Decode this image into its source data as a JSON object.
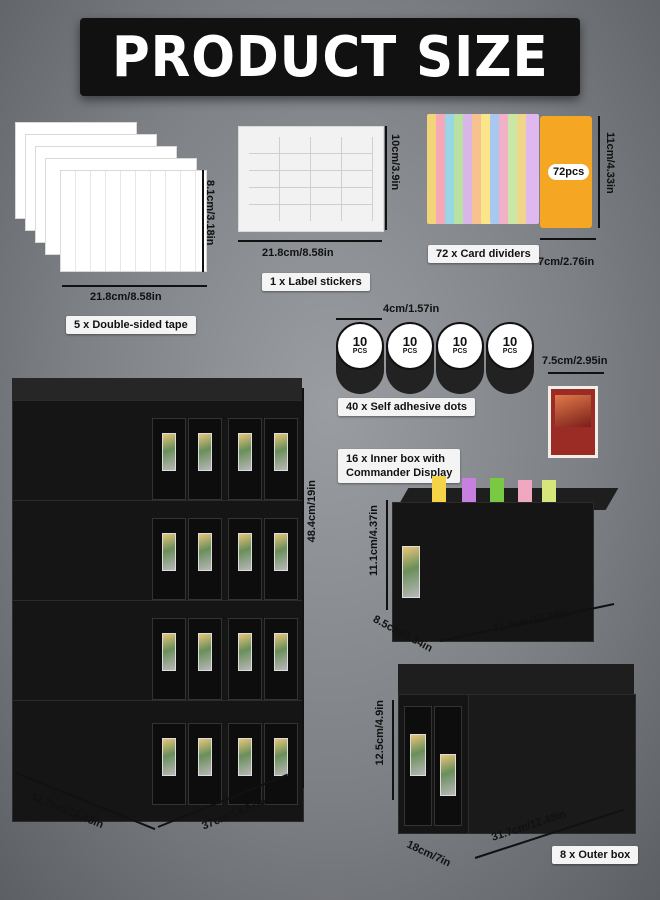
{
  "title": "PRODUCT SIZE",
  "tape": {
    "width": "21.8cm/8.58in",
    "height": "8.1cm/3.18in",
    "label": "5 x Double-sided tape"
  },
  "stickers": {
    "width": "21.8cm/8.58in",
    "height": "10cm/3.9in",
    "label": "1 x Label stickers"
  },
  "dividers": {
    "badge": "72pcs",
    "width": "7cm/2.76in",
    "height": "11cm/4.33in",
    "label": "72 x Card dividers",
    "colors": [
      "#f2d479",
      "#f7a8b8",
      "#9ad7e6",
      "#b9e2a2",
      "#d8b6e8",
      "#f6c38f",
      "#fbe58a",
      "#a8c8f0",
      "#f3b0c9",
      "#c9e8a6",
      "#f0d68a",
      "#e0b8f0"
    ]
  },
  "dots": {
    "size": "4cm/1.57in",
    "count_text": "10",
    "unit_text": "PCS",
    "label": "40 x Self adhesive dots"
  },
  "inner_box": {
    "label_line1": "16 x Inner box with",
    "label_line2": "Commander Display",
    "display_width": "7.5cm/2.95in",
    "height": "11.1cm/4.37in",
    "depth": "8.5cm/3.34in",
    "length": "31.2cm/12.28in"
  },
  "stack": {
    "height": "48.4cm/19in",
    "depth": "31.7cm/12.48in",
    "width": "37cm/14.57in"
  },
  "outer_box": {
    "height": "12.5cm/4.9in",
    "width": "18cm/7in",
    "length": "31.7cm/12.48in",
    "label": "8 x Outer box"
  }
}
